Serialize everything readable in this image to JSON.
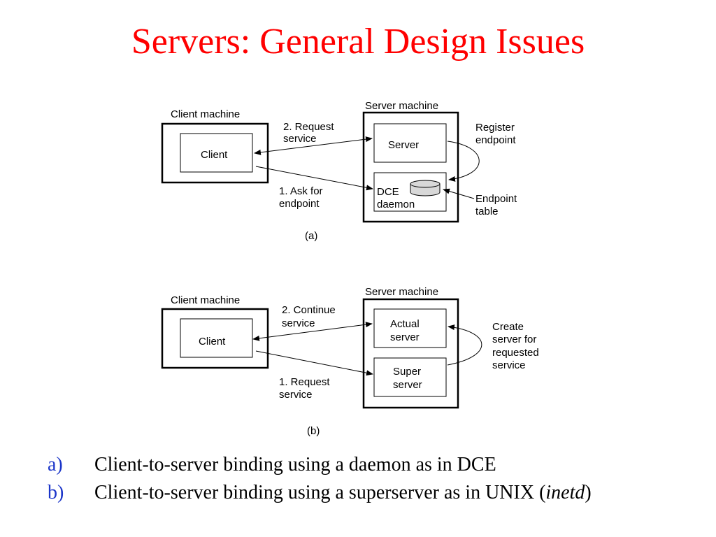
{
  "title": "Servers: General Design Issues",
  "diagram_a": {
    "client_machine_label": "Client machine",
    "server_machine_label": "Server machine",
    "client_label": "Client",
    "server_label": "Server",
    "daemon_label_line1": "DCE",
    "daemon_label_line2": "daemon",
    "step2_line1": "2. Request",
    "step2_line2": "service",
    "step1_line1": "1. Ask for",
    "step1_line2": "endpoint",
    "register_line1": "Register",
    "register_line2": "endpoint",
    "endpoint_table_line1": "Endpoint",
    "endpoint_table_line2": "table",
    "caption": "(a)"
  },
  "diagram_b": {
    "client_machine_label": "Client machine",
    "server_machine_label": "Server machine",
    "client_label": "Client",
    "actual_server_line1": "Actual",
    "actual_server_line2": "server",
    "super_server_line1": "Super",
    "super_server_line2": "server",
    "step2_line1": "2. Continue",
    "step2_line2": "service",
    "step1_line1": "1. Request",
    "step1_line2": "service",
    "create_line1": "Create",
    "create_line2": "server for",
    "create_line3": "requested",
    "create_line4": "service",
    "caption": "(b)"
  },
  "captions": [
    {
      "marker": "a)",
      "text": "Client-to-server binding using a daemon as in DCE"
    },
    {
      "marker": "b)",
      "text_before": "Client-to-server binding using a superserver as in UNIX (",
      "text_italic": "inetd",
      "text_after": ")"
    }
  ],
  "colors": {
    "title": "#ff0000",
    "caption_marker": "#1b35c9",
    "text": "#000000"
  }
}
